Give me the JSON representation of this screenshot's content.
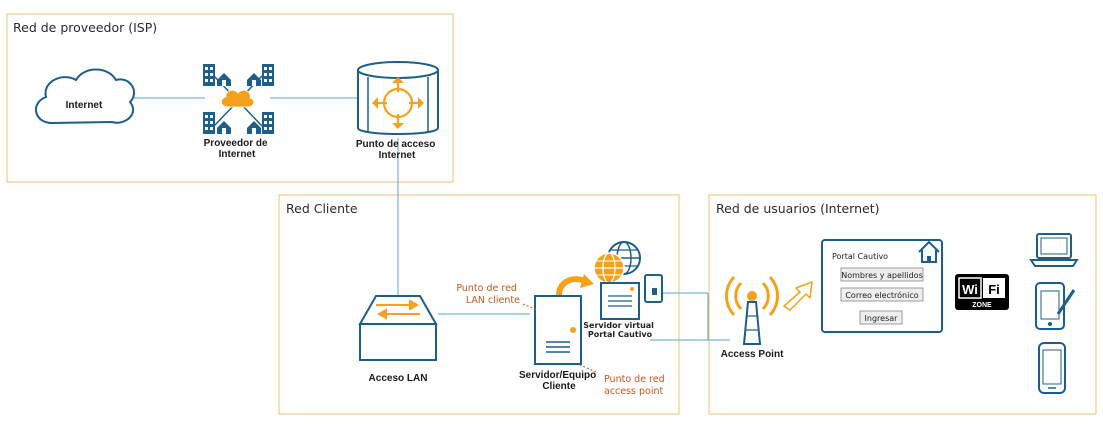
{
  "zones": {
    "isp": "Red de proveedor (ISP)",
    "client": "Red Cliente",
    "users": "Red de usuarios (Internet)"
  },
  "nodes": {
    "internet": "Internet",
    "provider": [
      "Proveedor de",
      "Internet"
    ],
    "access_point_isp": [
      "Punto de acceso",
      "Internet"
    ],
    "lan": "Acceso LAN",
    "server": [
      "Servidor/Equipo",
      "Cliente"
    ],
    "virtual_server": [
      "Servidor virtual",
      "Portal Cautivo"
    ],
    "access_point": "Access Point"
  },
  "annotations": {
    "lan_point": [
      "Punto de red",
      "LAN cliente"
    ],
    "ap_point": [
      "Punto de red",
      "access point"
    ]
  },
  "portal": {
    "title": "Portal Cautivo",
    "field_name": "Nombres y apellidos",
    "field_email": "Correo electrónico",
    "button": "Ingresar"
  },
  "wifi_badge": {
    "left": "Wi",
    "right": "Fi",
    "zone": "ZONE"
  },
  "colors": {
    "frame": "#f0c36d",
    "device": "#1c5f8a",
    "accent": "#f4a21c",
    "note": "#c8561a",
    "wire": "#5aa6c9"
  }
}
